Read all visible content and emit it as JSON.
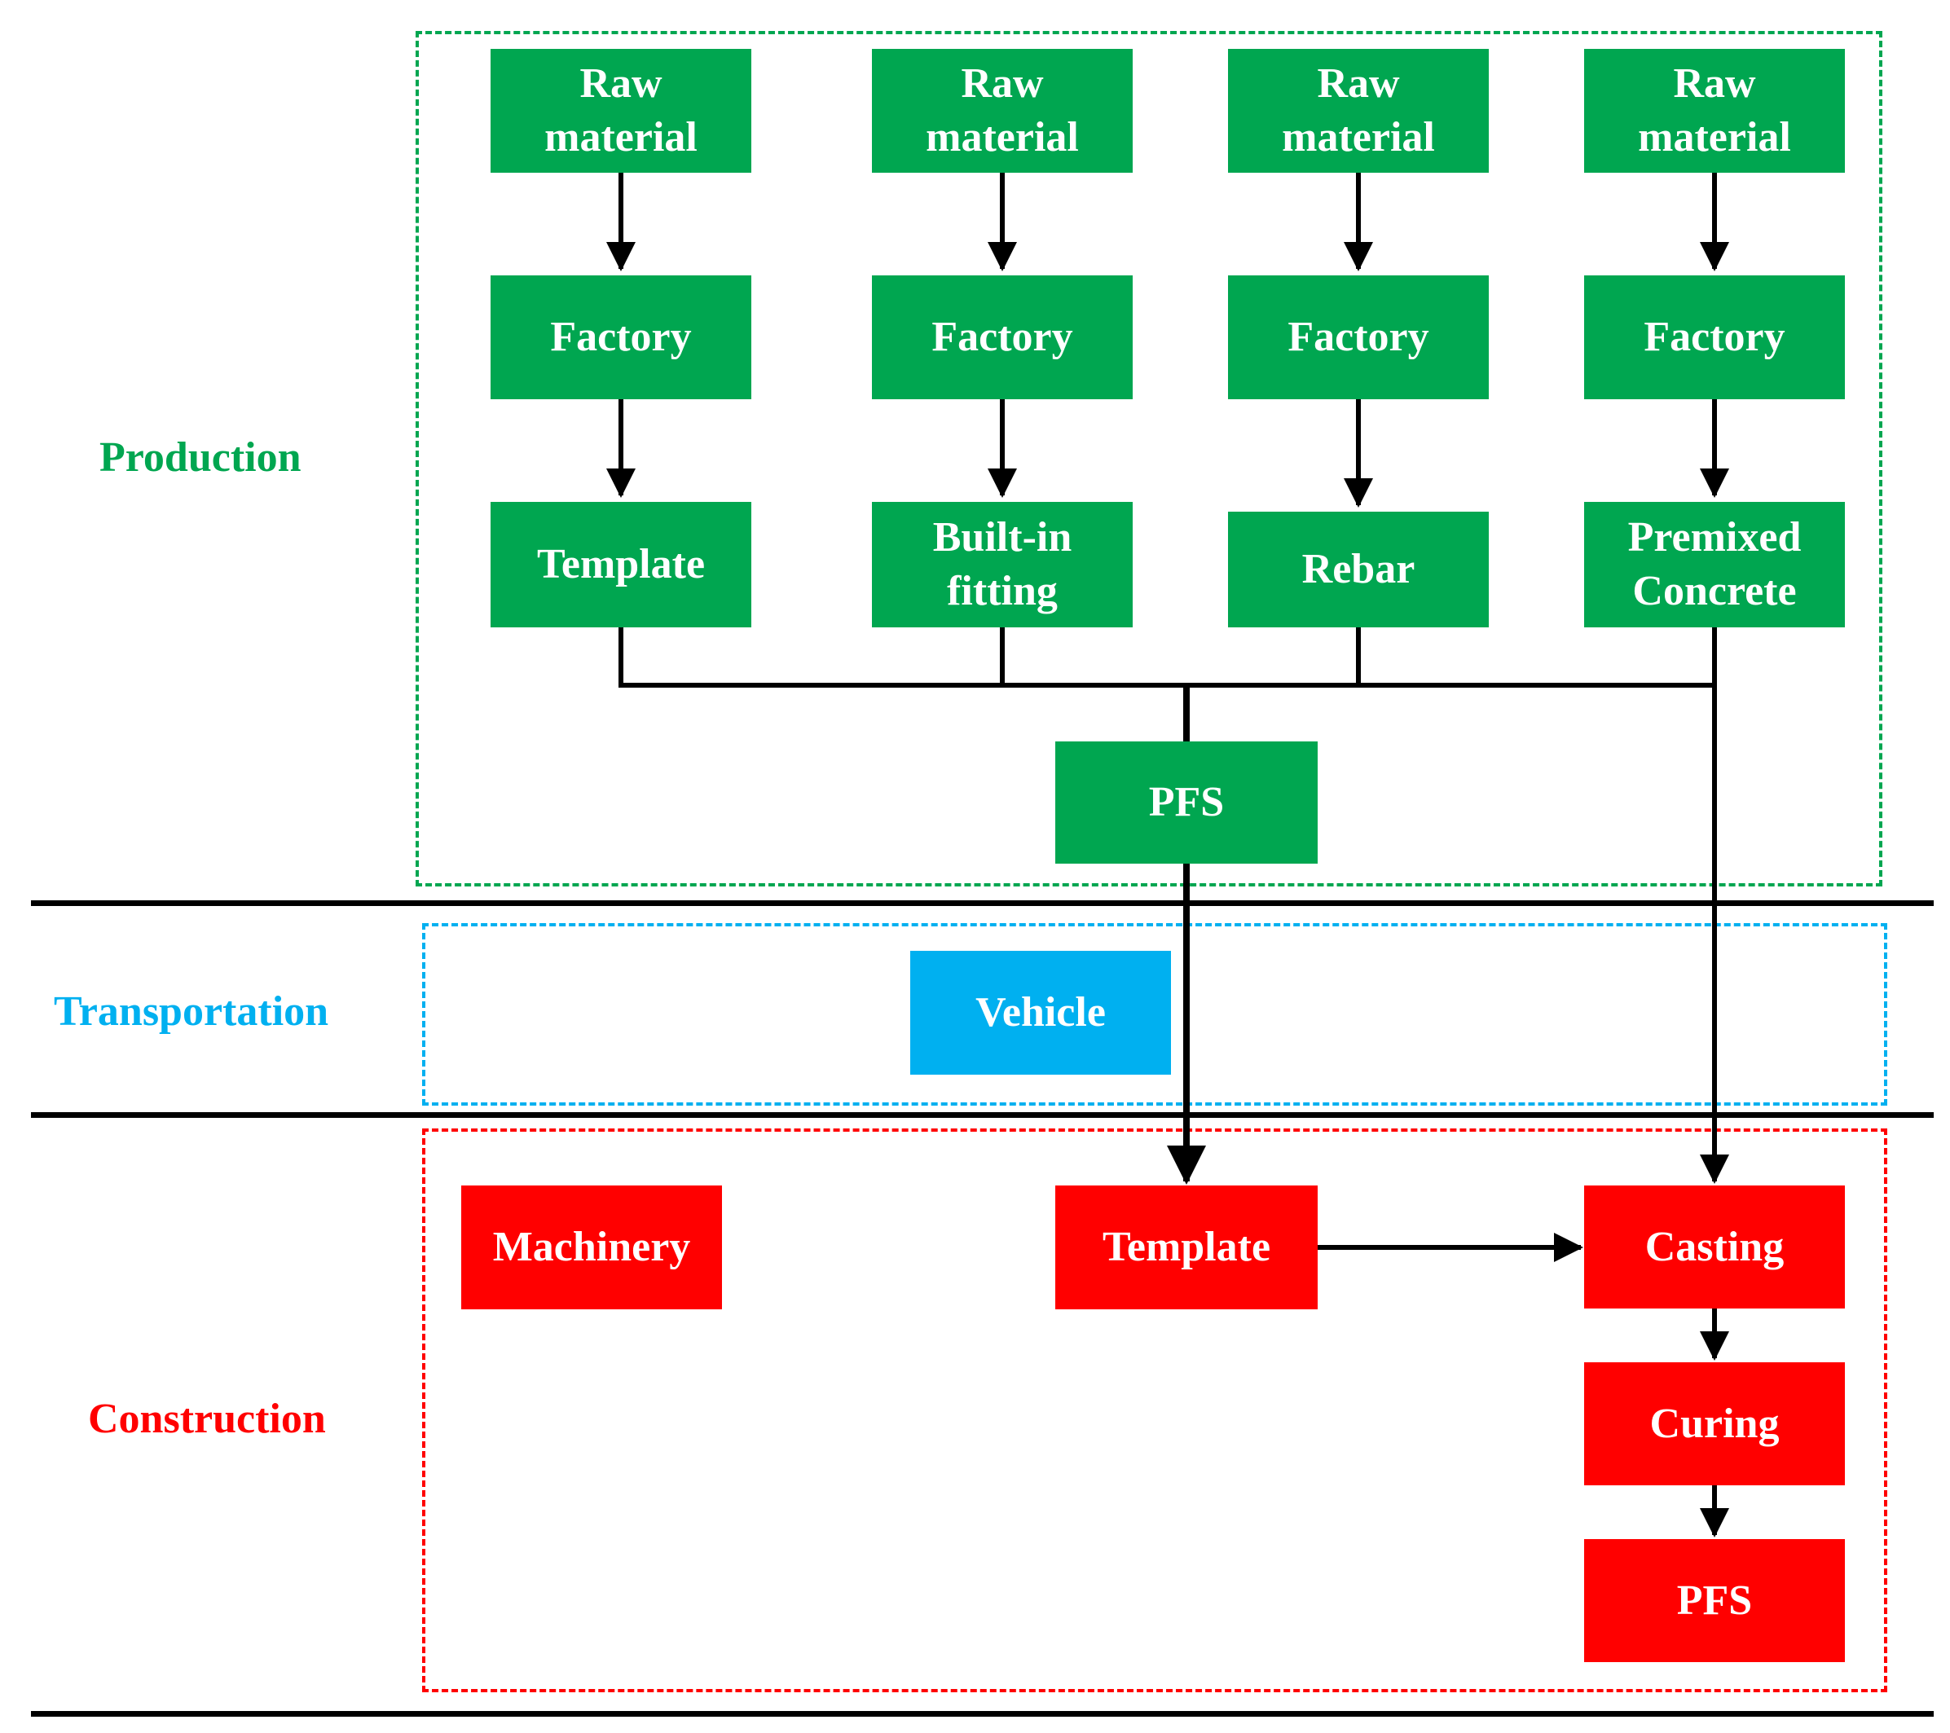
{
  "colors": {
    "production": "#00a650",
    "transportation": "#00b0f0",
    "construction": "#ff0000",
    "line": "#000000"
  },
  "stages": {
    "production": "Production",
    "transportation": "Transportation",
    "construction": "Construction"
  },
  "production": {
    "raw_materials": [
      "Raw\nmaterial",
      "Raw\nmaterial",
      "Raw\nmaterial",
      "Raw\nmaterial"
    ],
    "factories": [
      "Factory",
      "Factory",
      "Factory",
      "Factory"
    ],
    "products": [
      "Template",
      "Built-in\nfitting",
      "Rebar",
      "Premixed\nConcrete"
    ],
    "assembly": "PFS"
  },
  "transportation": {
    "vehicle": "Vehicle"
  },
  "construction": {
    "machinery": "Machinery",
    "template": "Template",
    "casting": "Casting",
    "curing": "Curing",
    "final": "PFS"
  }
}
